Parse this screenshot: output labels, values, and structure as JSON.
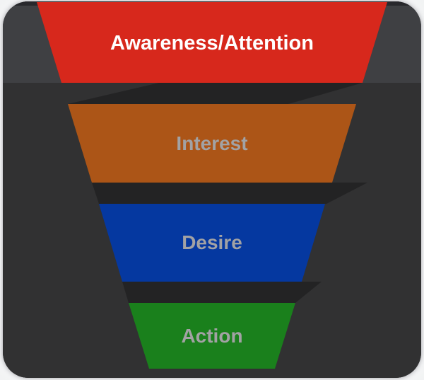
{
  "page": {
    "background": "#ffffff"
  },
  "card": {
    "background_top_band": "#3f4043",
    "background_body": "#313132",
    "top_edge_strip": "#28282c",
    "shadow_color": "#232324"
  },
  "funnel": {
    "type": "funnel-diagram",
    "stages": [
      {
        "label": "Awareness/Attention",
        "color": "#d7281c",
        "text_color": "#ffffff"
      },
      {
        "label": "Interest",
        "color": "#ac5517",
        "text_color": "#a2a2a4"
      },
      {
        "label": "Desire",
        "color": "#0538a0",
        "text_color": "#a2a2a4"
      },
      {
        "label": "Action",
        "color": "#1a801c",
        "text_color": "#a2a2a4"
      }
    ]
  }
}
